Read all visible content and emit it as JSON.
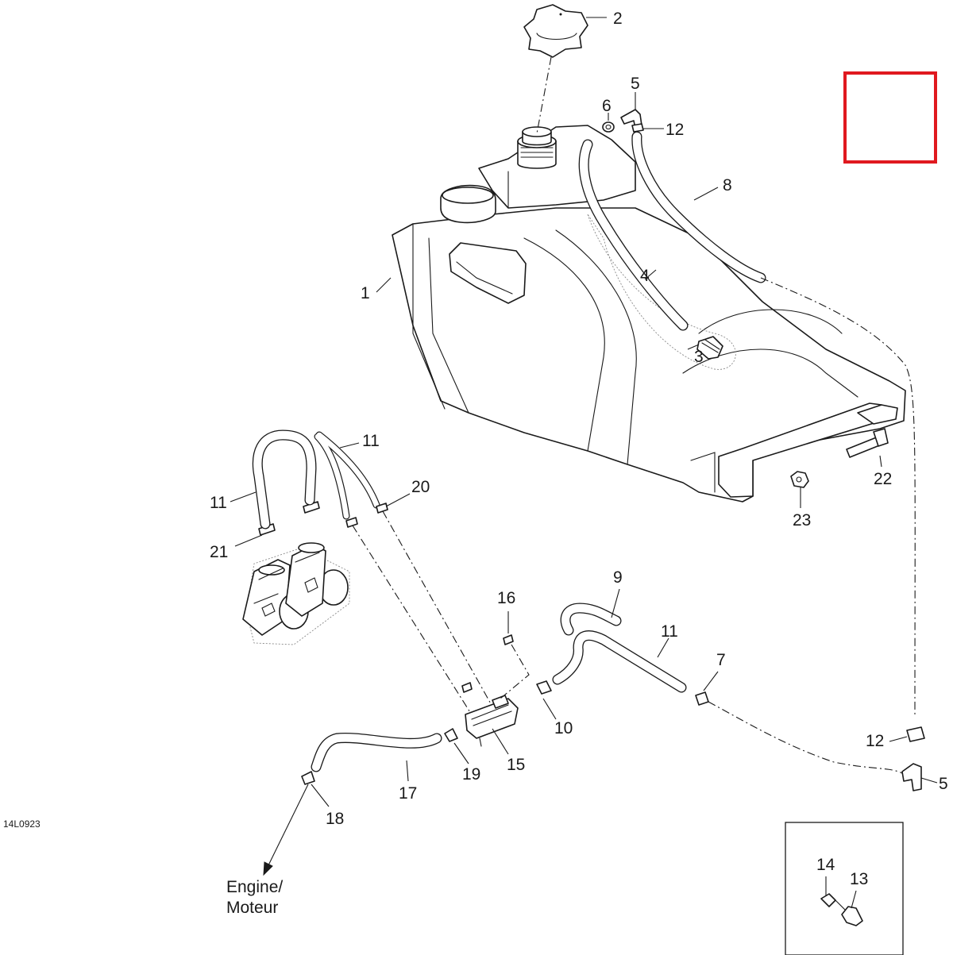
{
  "figure": {
    "reference_code": "14L0923",
    "destination_label_line1": "Engine/",
    "destination_label_line2": "Moteur",
    "highlight_color": "#e0191f",
    "line_color": "#1a1a1a"
  },
  "callouts": {
    "c1": "1",
    "c2": "2",
    "c3": "3",
    "c4": "4",
    "c5a": "5",
    "c5b": "5",
    "c6": "6",
    "c7": "7",
    "c8": "8",
    "c9": "9",
    "c10": "10",
    "c11a": "11",
    "c11b": "11",
    "c11c": "11",
    "c12a": "12",
    "c12b": "12",
    "c13": "13",
    "c14": "14",
    "c15": "15",
    "c16": "16",
    "c17": "17",
    "c18": "18",
    "c19": "19",
    "c20": "20",
    "c21": "21",
    "c22": "22",
    "c23": "23"
  }
}
